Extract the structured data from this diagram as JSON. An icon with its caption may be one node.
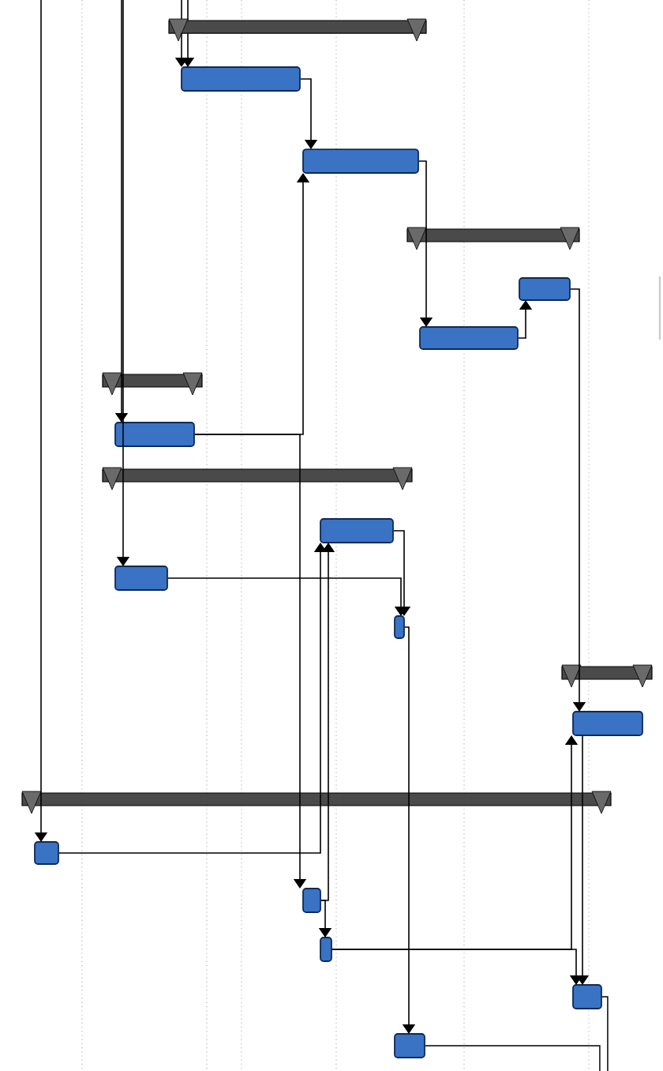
{
  "diagram": {
    "nodes": [
      {
        "text": [],
        "shape": "bar"
      },
      {
        "text": [],
        "shape": "bar"
      },
      {
        "text": [],
        "shape": "bar"
      },
      {
        "text": [],
        "shape": "bar"
      },
      {
        "text": [],
        "shape": "bar"
      },
      {
        "text": [],
        "shape": "bar"
      },
      {
        "text": [],
        "shape": "bar"
      },
      {
        "text": [],
        "shape": "bar"
      },
      {
        "text": [],
        "shape": "bar"
      },
      {
        "text": [],
        "shape": "bar"
      },
      {
        "text": [],
        "shape": "bar"
      },
      {
        "text": [],
        "shape": "bar"
      },
      {
        "text": [],
        "shape": "bar"
      },
      {
        "text": [],
        "shape": "bar"
      },
      {
        "text": [],
        "shape": "bar"
      },
      {
        "text": [],
        "shape": "bar"
      },
      {
        "text": [],
        "shape": "bar"
      },
      {
        "text": [],
        "shape": "bar"
      },
      {
        "text": [],
        "shape": "bar"
      },
      {
        "text": [],
        "shape": "bar"
      }
    ],
    "edges": [
      {
        "from": 0,
        "to": 1,
        "arrow": "to"
      },
      {
        "from": 0,
        "to": 1,
        "arrow": "to"
      },
      {
        "from": 1,
        "to": 2,
        "arrow": "to"
      },
      {
        "from": 2,
        "to": 5,
        "arrow": "to"
      },
      {
        "from": 5,
        "to": 4,
        "arrow": "to"
      },
      {
        "from": 4,
        "to": 13,
        "arrow": "to"
      },
      {
        "from": null,
        "to": 7,
        "arrow": "to"
      },
      {
        "from": null,
        "to": 10,
        "arrow": "to"
      },
      {
        "from": null,
        "to": 15,
        "arrow": "to"
      },
      {
        "from": 7,
        "to": 2,
        "arrow": "to"
      },
      {
        "from": 10,
        "to": 11,
        "arrow": "to"
      },
      {
        "from": 9,
        "to": 11,
        "arrow": "to"
      },
      {
        "from": 15,
        "to": 9,
        "arrow": "to"
      },
      {
        "from": 16,
        "to": 9,
        "arrow": "to"
      },
      {
        "from": 7,
        "to": 16,
        "arrow": "to"
      },
      {
        "from": 16,
        "to": 17,
        "arrow": "to"
      },
      {
        "from": 17,
        "to": 13,
        "arrow": "to"
      },
      {
        "from": 17,
        "to": 18,
        "arrow": "to"
      },
      {
        "from": 13,
        "to": 18,
        "arrow": "to"
      },
      {
        "from": 11,
        "to": 19,
        "arrow": "to"
      },
      {
        "from": 18,
        "to": null,
        "arrow": "none"
      },
      {
        "from": 19,
        "to": null,
        "arrow": "none"
      }
    ]
  }
}
